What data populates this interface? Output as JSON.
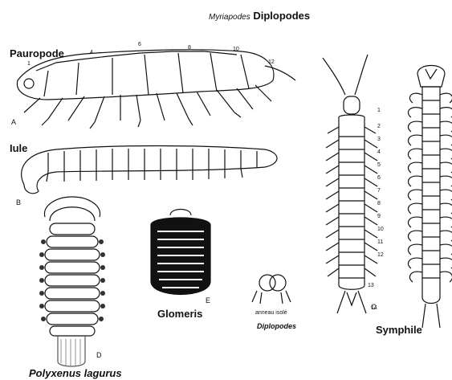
{
  "title": {
    "italic": "Myriapodes",
    "bold": "Diplopodes"
  },
  "labels": {
    "pauropode": "Pauropode",
    "iule": "Iule",
    "glomeris": "Glomeris",
    "symphile": "Symphile",
    "polyxenus": "Polyxenus lagurus",
    "diplopodes_small": "Diplopodes",
    "anneau_isole": "anneau isolé"
  },
  "letters": {
    "a": "A",
    "b": "B",
    "c": "C",
    "d": "D",
    "e": "E"
  },
  "pauropode_segments": [
    "1",
    "4",
    "6",
    "8",
    "10",
    "12"
  ],
  "symphile_segments": [
    "1",
    "2",
    "3",
    "4",
    "5",
    "6",
    "7",
    "8",
    "9",
    "10",
    "11",
    "12",
    "13",
    "14"
  ]
}
